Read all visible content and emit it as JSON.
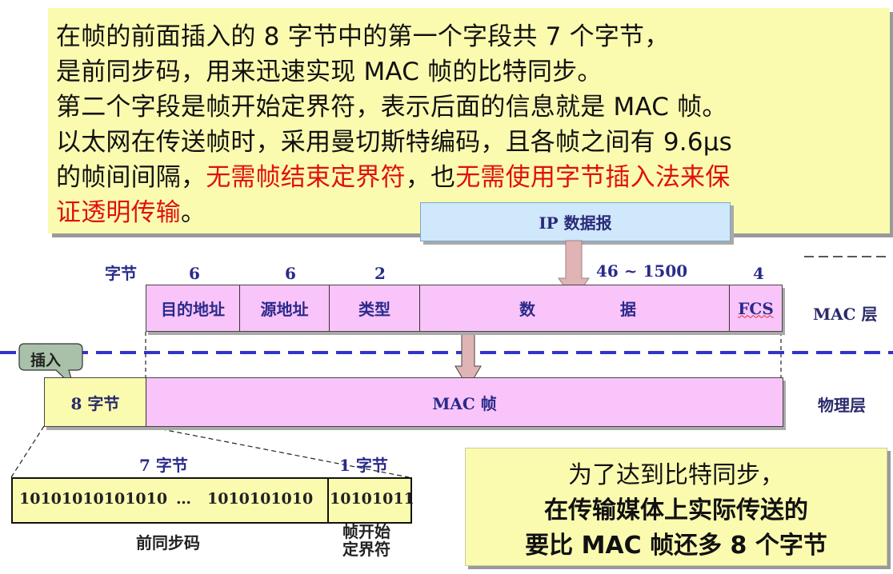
{
  "note": {
    "line1": "在帧的前面插入的  8  字节中的第一个字段共  7  个字节，",
    "line2": "是前同步码，用来迅速实现  MAC  帧的比特同步。",
    "line3": "第二个字段是帧开始定界符，表示后面的信息就是 MAC  帧。",
    "line4": "  以太网在传送帧时，采用曼切斯特编码，且各帧之间有 9.6μs",
    "line5_a": "的帧间间隔，",
    "line5_b": "无需帧结束定界符",
    "line5_c": "，也",
    "line5_d": "无需使用字节插入法来保",
    "line6_a": "证透明传输",
    "line6_b": "。"
  },
  "ip_datagram": "IP  数据报",
  "byte_label": "字节",
  "field_sizes": [
    "6",
    "6",
    "2",
    "46 ~ 1500",
    "4"
  ],
  "mac_fields": {
    "dest": "目的地址",
    "src": "源地址",
    "type": "类型",
    "data_a": "数",
    "data_b": "据",
    "fcs": "FCS"
  },
  "mac_layer_label": "MAC  层",
  "phy_layer_label": "物理层",
  "insert_callout": "插入",
  "eight_bytes": "8  字节",
  "mac_frame": "MAC  帧",
  "preamble_bytes": "7  字节",
  "sfd_bytes": "1  字节",
  "bits_preamble_a": "10101010101010",
  "bits_ellipsis": "…",
  "bits_preamble_b": "1010101010",
  "bits_sfd": "10101011",
  "preamble_label": "前同步码",
  "sfd_label_1": "帧开始",
  "sfd_label_2": "定界符",
  "summary": {
    "line1": "为了达到比特同步，",
    "line2": "在传输媒体上实际传送的",
    "line3": "要比  MAC  帧还多  8  个字节"
  },
  "colors": {
    "note_bg": "#fbfbb0",
    "frame_pink": "#f9c4f9",
    "ip_blue": "#cfe8fb",
    "label_blue": "#2a2a8a",
    "emphasis_red": "#e01010",
    "dashed_line": "#3333cc"
  }
}
